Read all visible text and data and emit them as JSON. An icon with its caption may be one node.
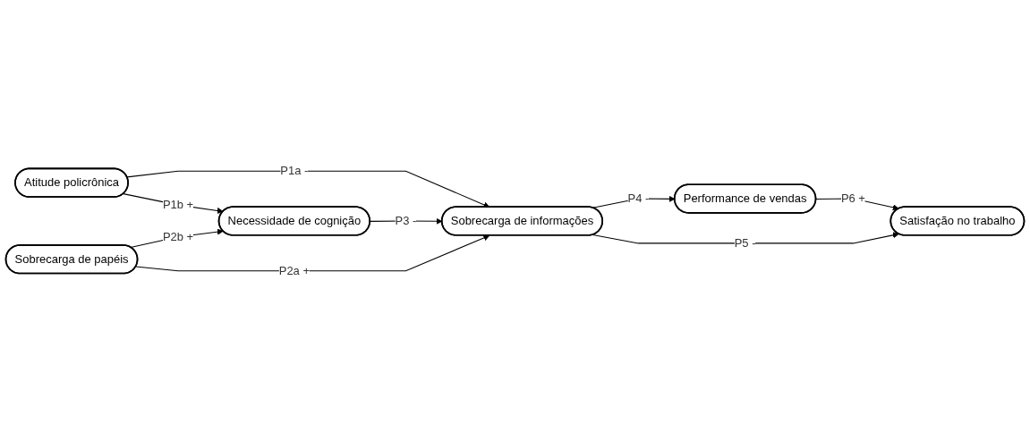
{
  "diagram": {
    "nodes": [
      {
        "text": [
          "Atitude policrônica"
        ]
      },
      {
        "text": [
          "Sobrecarga de papéis"
        ]
      },
      {
        "text": [
          "Necessidade de cognição"
        ]
      },
      {
        "text": [
          "Sobrecarga de informações"
        ]
      },
      {
        "text": [
          "Performance de vendas"
        ]
      },
      {
        "text": [
          "Satisfação no trabalho"
        ]
      }
    ],
    "edges": [
      {
        "from": 0,
        "to": 3,
        "arrow": "to",
        "label": "P1a -"
      },
      {
        "from": 0,
        "to": 2,
        "arrow": "to",
        "label": "P1b +"
      },
      {
        "from": 1,
        "to": 2,
        "arrow": "to",
        "label": "P2b +"
      },
      {
        "from": 1,
        "to": 3,
        "arrow": "to",
        "label": "P2a +"
      },
      {
        "from": 2,
        "to": 3,
        "arrow": "to",
        "label": "P3 -"
      },
      {
        "from": 3,
        "to": 4,
        "arrow": "to",
        "label": "P4 -"
      },
      {
        "from": 3,
        "to": 5,
        "arrow": "to",
        "label": "P5 -"
      },
      {
        "from": 4,
        "to": 5,
        "arrow": "to",
        "label": "P6 +"
      }
    ]
  }
}
